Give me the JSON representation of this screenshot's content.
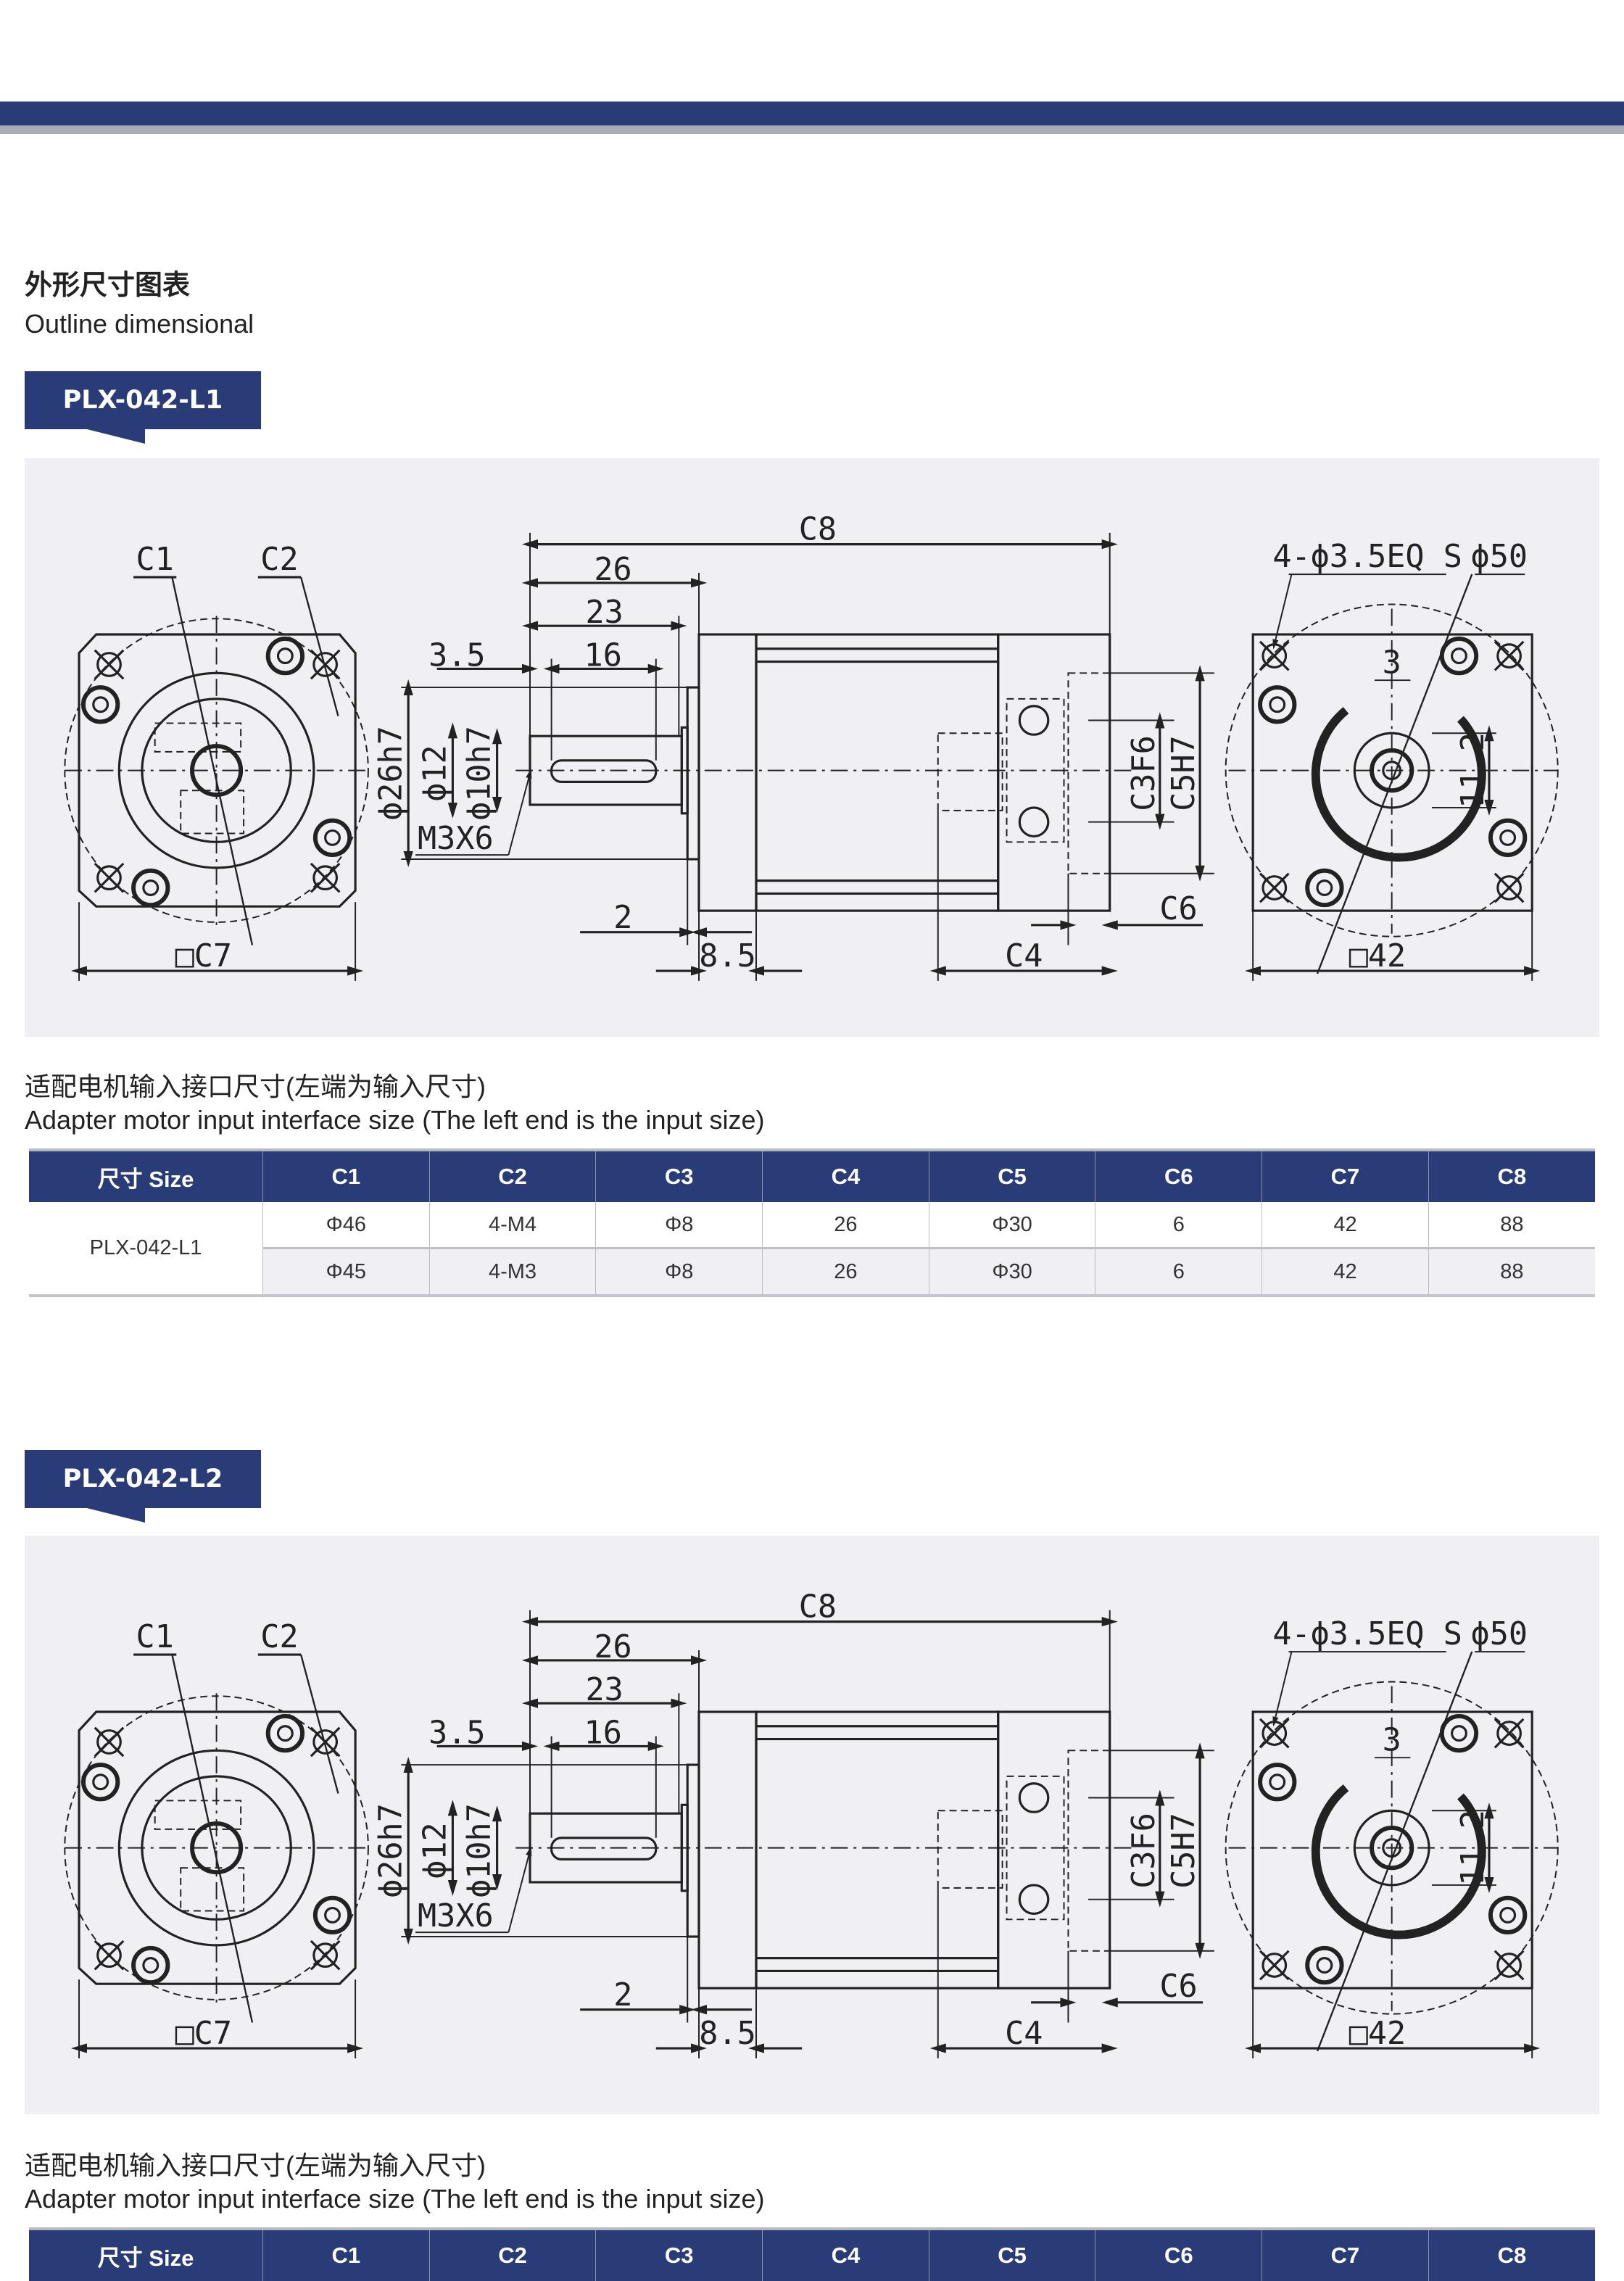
{
  "section": {
    "title_cn": "外形尺寸图表",
    "title_en": "Outline dimensional"
  },
  "models": [
    {
      "tag": "PLX-042-L1",
      "drawing_labels": {
        "c1": "C1",
        "c2": "C2",
        "c7": "□C7",
        "c8": "C8",
        "d26": "26",
        "d23": "23",
        "d16": "16",
        "d3_5": "3.5",
        "phi26": "ϕ26h7",
        "phi12": "ϕ12",
        "phi10": "ϕ10h7",
        "m3x6": "M3X6",
        "d2": "2",
        "d8_5": "8.5",
        "c3": "C3F6",
        "c5": "C5H7",
        "c6": "C6",
        "c4": "C4",
        "holes": "4-ϕ3.5EQ S",
        "phi50": "ϕ50",
        "d3": "3",
        "d11_2": "11.2",
        "sq42": "□42"
      },
      "caption_cn": "适配电机输入接口尺寸(左端为输入尺寸)",
      "caption_en": "Adapter motor input interface size (The left end is the input size)",
      "table": {
        "headers": [
          "尺寸 Size",
          "C1",
          "C2",
          "C3",
          "C4",
          "C5",
          "C6",
          "C7",
          "C8"
        ],
        "model": "PLX-042-L1",
        "rows": [
          [
            "Φ46",
            "4-M4",
            "Φ8",
            "26",
            "Φ30",
            "6",
            "42",
            "88"
          ],
          [
            "Φ45",
            "4-M3",
            "Φ8",
            "26",
            "Φ30",
            "6",
            "42",
            "88"
          ]
        ]
      }
    },
    {
      "tag": "PLX-042-L2",
      "drawing_labels": {
        "c1": "C1",
        "c2": "C2",
        "c7": "□C7",
        "c8": "C8",
        "d26": "26",
        "d23": "23",
        "d16": "16",
        "d3_5": "3.5",
        "phi26": "ϕ26h7",
        "phi12": "ϕ12",
        "phi10": "ϕ10h7",
        "m3x6": "M3X6",
        "d2": "2",
        "d8_5": "8.5",
        "c3": "C3F6",
        "c5": "C5H7",
        "c6": "C6",
        "c4": "C4",
        "holes": "4-ϕ3.5EQ S",
        "phi50": "ϕ50",
        "d3": "3",
        "d11_2": "11.2",
        "sq42": "□42"
      },
      "caption_cn": "适配电机输入接口尺寸(左端为输入尺寸)",
      "caption_en": "Adapter motor input interface size (The left end is the input size)",
      "table": {
        "headers": [
          "尺寸 Size",
          "C1",
          "C2",
          "C3",
          "C4",
          "C5",
          "C6",
          "C7",
          "C8"
        ]
      }
    }
  ]
}
